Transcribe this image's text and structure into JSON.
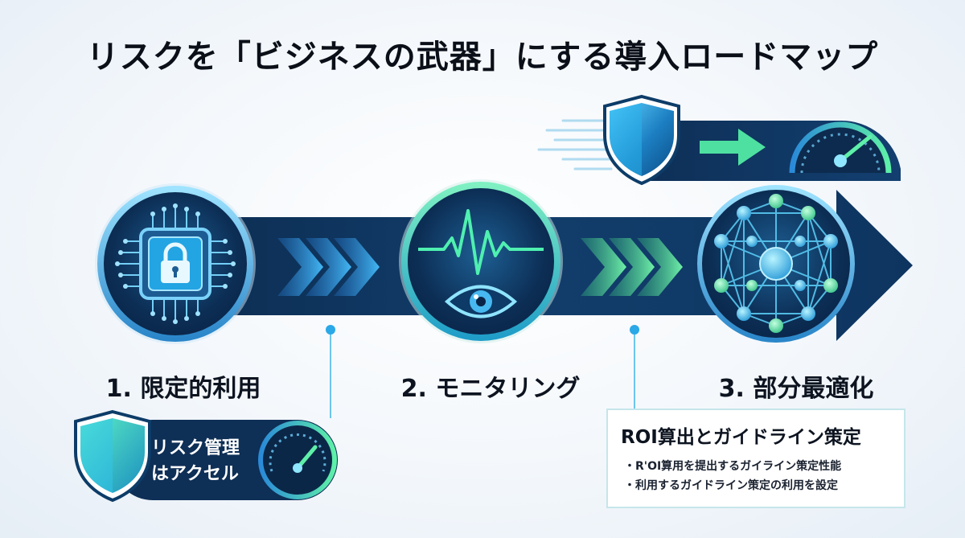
{
  "title": "リスクを「ビジネスの武器」にする導入ロードマップ",
  "steps": [
    {
      "label": "1. 限定的利用",
      "icon": "locked-chip-icon"
    },
    {
      "label": "2. モニタリング",
      "icon": "monitoring-eye-icon"
    },
    {
      "label": "3. 部分最適化",
      "icon": "network-icon"
    }
  ],
  "top_banner": {
    "icons": [
      "shield-icon",
      "arrow-right-icon",
      "speedometer-icon"
    ]
  },
  "pill": {
    "line1": "リスク管理",
    "line2": "はアクセル",
    "icons": [
      "shield-icon",
      "speedometer-icon"
    ]
  },
  "info_box": {
    "title": "ROI算出とガイドライン策定",
    "bullets": [
      "R'OI算用を提出するガイライン策定性能",
      "利用するガイドライン策定の利用を設定"
    ]
  },
  "colors": {
    "navy": "#0c2f55",
    "blue": "#1b67a8",
    "cyan": "#37c2f0",
    "green": "#3fd09a",
    "title": "#0a0f18"
  }
}
